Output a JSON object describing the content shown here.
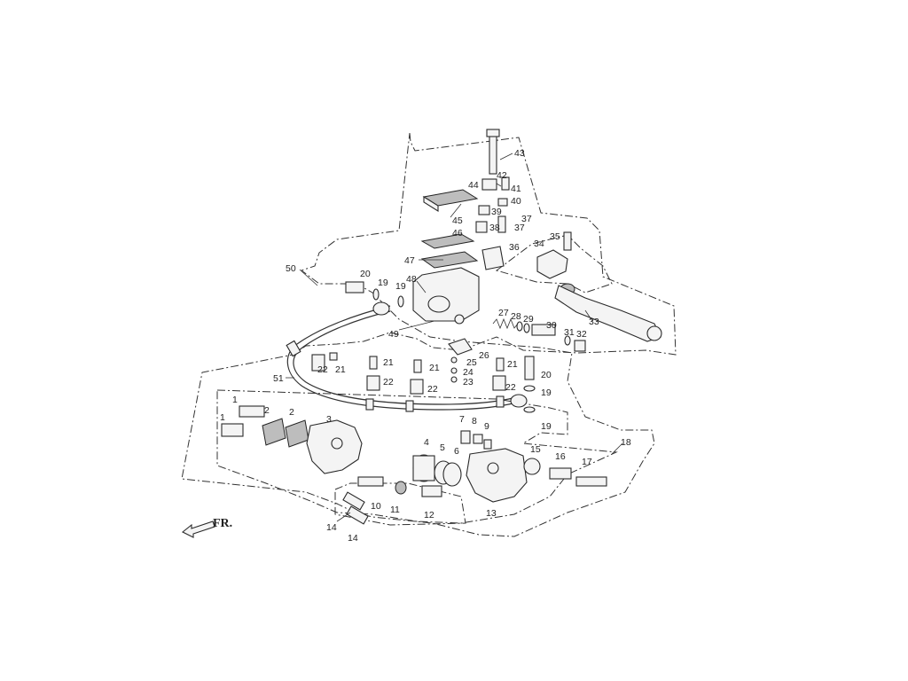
{
  "diagram": {
    "callouts": {
      "c1a": "1",
      "c1b": "1",
      "c2a": "2",
      "c2b": "2",
      "c3": "3",
      "c4": "4",
      "c5": "5",
      "c6": "6",
      "c7": "7",
      "c8": "8",
      "c9": "9",
      "c10": "10",
      "c11": "11",
      "c12": "12",
      "c13": "13",
      "c14a": "14",
      "c14b": "14",
      "c15": "15",
      "c16": "16",
      "c17": "17",
      "c18": "18",
      "c19a": "19",
      "c19b": "19",
      "c19c": "19",
      "c19d": "19",
      "c20a": "20",
      "c20b": "20",
      "c21a": "21",
      "c21b": "21",
      "c21c": "21",
      "c21d": "21",
      "c22a": "22",
      "c22b": "22",
      "c22c": "22",
      "c22d": "22",
      "c23": "23",
      "c24": "24",
      "c25": "25",
      "c26": "26",
      "c27": "27",
      "c28": "28",
      "c29": "29",
      "c30": "30",
      "c31": "31",
      "c32": "32",
      "c33": "33",
      "c34": "34",
      "c35": "35",
      "c36": "36",
      "c37a": "37",
      "c37b": "37",
      "c38": "38",
      "c39": "39",
      "c40": "40",
      "c41": "41",
      "c42": "42",
      "c43": "43",
      "c44": "44",
      "c45": "45",
      "c46": "46",
      "c47": "47",
      "c48": "48",
      "c49": "49",
      "c50": "50",
      "c51": "51"
    },
    "direction_label": "FR."
  }
}
